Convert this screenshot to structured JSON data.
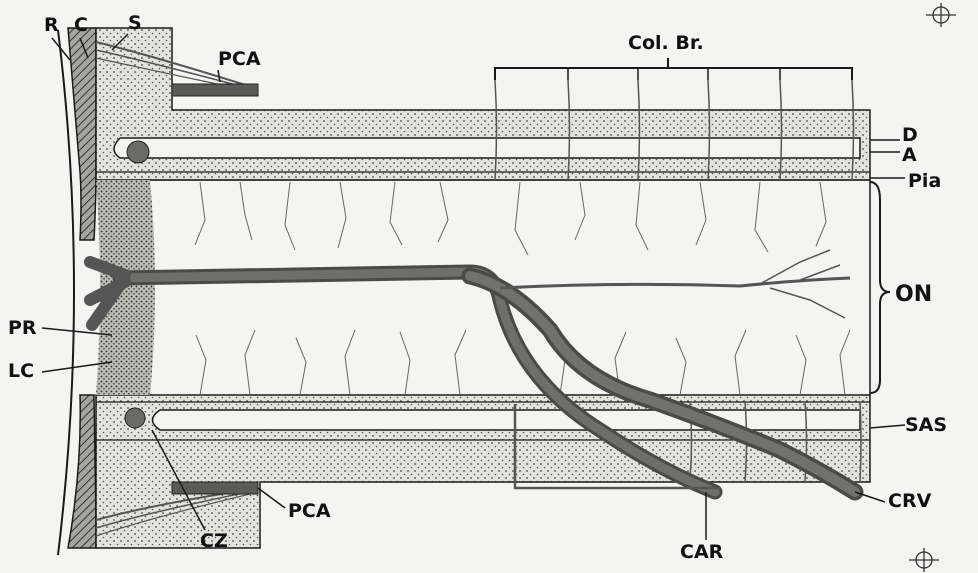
{
  "labels": {
    "r": "R",
    "c": "C",
    "s": "S",
    "pca_top": "PCA",
    "col_br": "Col. Br.",
    "d": "D",
    "a": "A",
    "pia": "Pia",
    "on": "ON",
    "pr": "PR",
    "lc": "LC",
    "sas": "SAS",
    "crv": "CRV",
    "pca_bottom": "PCA",
    "cz": "CZ",
    "car": "CAR"
  },
  "colors": {
    "background": "#f4f4f2",
    "outline": "#1a1a1a",
    "vessel": "#5a5a5a",
    "dura": "#d4d4cf",
    "sclera": "#9a9a96"
  }
}
